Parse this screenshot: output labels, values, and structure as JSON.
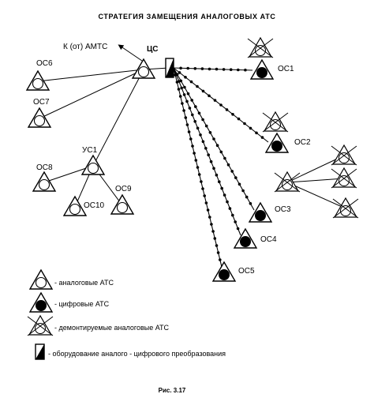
{
  "diagram": {
    "title": "СТРАТЕГИЯ ЗАМЕЩЕНИЯ АНАЛОГОВЫХ АТС",
    "external_link": "К (от) АМТС",
    "central": "ЦС",
    "nodes": {
      "oc6": "ОС6",
      "oc7": "ОС7",
      "uc1": "УС1",
      "oc8": "ОС8",
      "oc9": "ОС9",
      "oc10": "ОС10",
      "oc1": "ОС1",
      "oc2": "ОС2",
      "oc3": "ОС3",
      "oc4": "ОС4",
      "oc5": "ОС5"
    },
    "legend": {
      "analog": "- аналоговые АТС",
      "digital": "- цифровые АТС",
      "dismantled": "- демонтируемые аналоговые АТС",
      "converter": "- оборудование аналого - цифрового преобразования"
    },
    "caption": "Рис. 3.17"
  },
  "colors": {
    "ink": "#000000",
    "paper": "#ffffff"
  }
}
